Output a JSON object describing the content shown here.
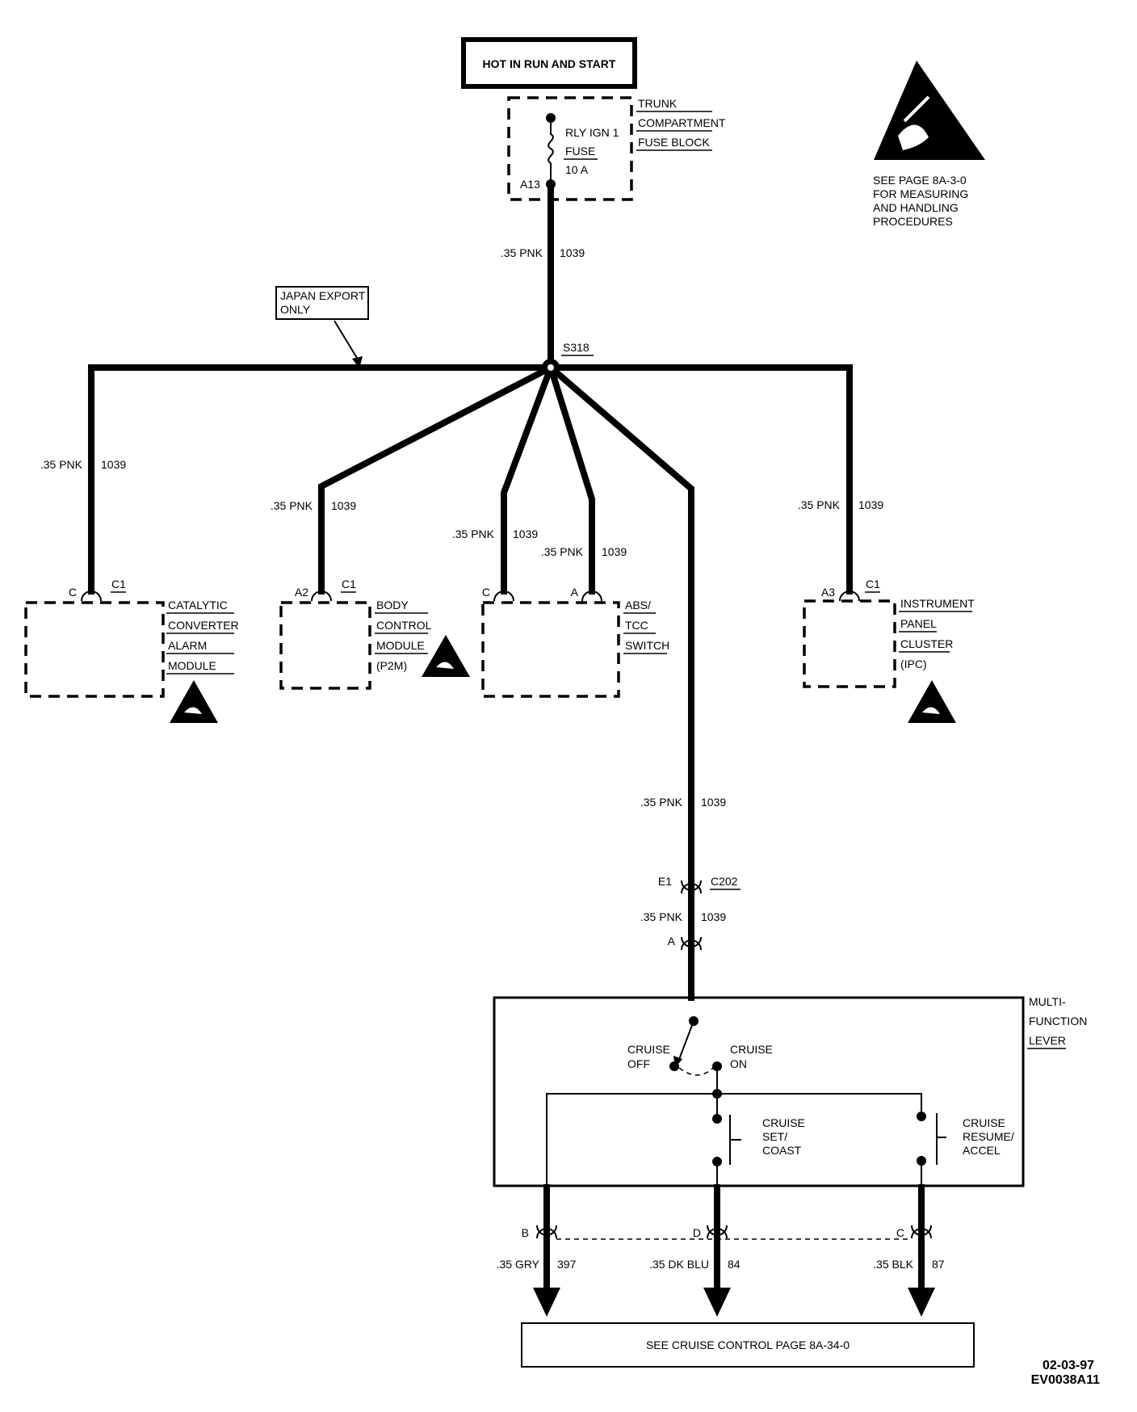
{
  "power": {
    "label": "HOT IN RUN AND START"
  },
  "fuse_block": {
    "name_lines": [
      "TRUNK",
      "COMPARTMENT",
      "FUSE BLOCK"
    ],
    "fuse_lines": [
      "RLY IGN 1",
      "FUSE",
      "10 A"
    ],
    "terminal": "A13"
  },
  "esd_note": [
    "SEE PAGE 8A-3-0",
    "FOR MEASURING",
    "AND HANDLING",
    "PROCEDURES"
  ],
  "splice": {
    "id": "S318"
  },
  "japan_note": [
    "JAPAN EXPORT",
    "ONLY"
  ],
  "wire": {
    "gauge_color": ".35 PNK",
    "circuit": "1039"
  },
  "modules": {
    "catalytic": {
      "pin": "C",
      "connector": "C1",
      "name_lines": [
        "CATALYTIC",
        "CONVERTER",
        "ALARM",
        "MODULE"
      ]
    },
    "bcm": {
      "pin": "A2",
      "connector": "C1",
      "name_lines": [
        "BODY",
        "CONTROL",
        "MODULE",
        "(P2M)"
      ]
    },
    "abs": {
      "pin_c": "C",
      "pin_a": "A",
      "name_lines": [
        "ABS/",
        "TCC",
        "SWITCH"
      ]
    },
    "ipc": {
      "pin": "A3",
      "connector": "C1",
      "name_lines": [
        "INSTRUMENT",
        "PANEL",
        "CLUSTER",
        "(IPC)"
      ]
    }
  },
  "connector_c202": {
    "pin_e1": "E1",
    "name": "C202",
    "pin_a": "A"
  },
  "mfl": {
    "name_lines": [
      "MULTI-",
      "FUNCTION",
      "LEVER"
    ],
    "cruise_off": [
      "CRUISE",
      "OFF"
    ],
    "cruise_on": [
      "CRUISE",
      "ON"
    ],
    "set_coast": [
      "CRUISE",
      "SET/",
      "COAST"
    ],
    "resume_accel": [
      "CRUISE",
      "RESUME/",
      "ACCEL"
    ]
  },
  "outputs": [
    {
      "pin": "B",
      "gauge_color": ".35 GRY",
      "circuit": "397"
    },
    {
      "pin": "D",
      "gauge_color": ".35 DK BLU",
      "circuit": "84"
    },
    {
      "pin": "C",
      "gauge_color": ".35 BLK",
      "circuit": "87"
    }
  ],
  "footer": {
    "see_page": "SEE CRUISE CONTROL PAGE 8A-34-0",
    "code_date": "02-03-97",
    "code_id": "EV0038A11"
  }
}
